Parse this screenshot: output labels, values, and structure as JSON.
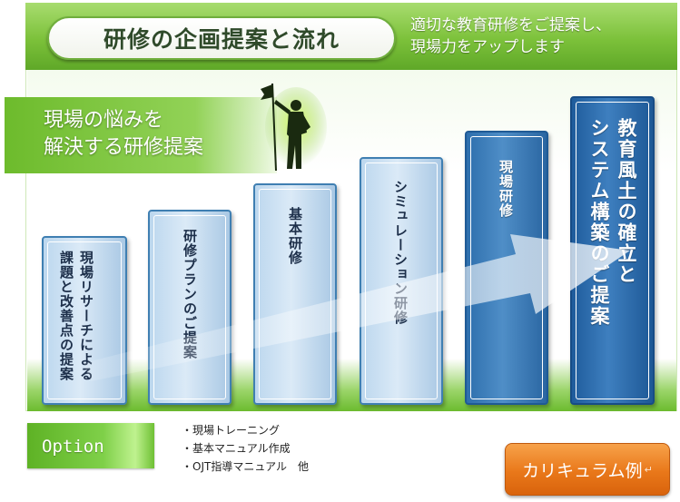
{
  "header": {
    "title": "研修の企画提案と流れ",
    "subtitle": "適切な教育研修をご提案し、\n現場力をアップします"
  },
  "issue_banner": {
    "text": "現場の悩みを\n解決する研修提案"
  },
  "steps": [
    {
      "label": "現場リサーチによる\n課題と改善点の提案"
    },
    {
      "label": "研修プランのご提案"
    },
    {
      "label": "基本研修"
    },
    {
      "label": "シミュレーション研修"
    },
    {
      "label": "現場研修"
    },
    {
      "label": "教育風土の確立と\nシステム構築のご提案"
    }
  ],
  "option": {
    "label": "Option",
    "items": [
      "・現場トレーニング",
      "・基本マニュアル作成",
      "・OJT指導マニュアル　他"
    ]
  },
  "cta": {
    "label": "カリキュラム例",
    "enter_mark": "↵"
  },
  "colors": {
    "green_accent": "#7cc13a",
    "blue_column": "#3f7fb2",
    "dark_blue_column": "#1f5a95",
    "orange_button": "#e9781a"
  }
}
